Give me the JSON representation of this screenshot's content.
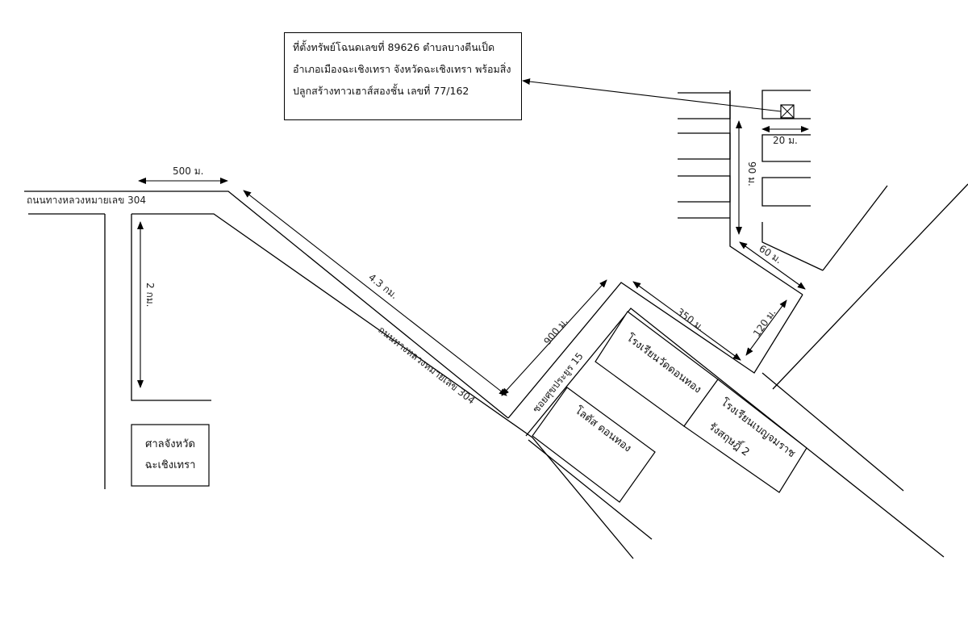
{
  "callout": {
    "line1": "ที่ตั้งทรัพย์โฉนดเลขที่ 89626 ตำบลบางตีนเป็ด",
    "line2": "อำเภอเมืองฉะเชิงเทรา จังหวัดฉะเชิงเทรา พร้อมสิ่ง",
    "line3": "ปลูกสร้างทาวเฮาส์สองชั้น เลขที่ 77/162"
  },
  "roads": {
    "highway_top": "ถนนทางหลวงหมายเลข 304",
    "highway_diag": "ถนนทางหลวงหมายเลข 304",
    "soi": "ซอยศุขประยูร 15"
  },
  "distances": {
    "d500": "500 ม.",
    "d2km": "2 กม.",
    "d43km": "4.3 กม.",
    "d900": "900 ม.",
    "d350": "350 ม.",
    "d120": "120 ม.",
    "d60": "60 ม.",
    "d90": "90 ม.",
    "d20": "20 ม."
  },
  "places": {
    "court_line1": "ศาลจังหวัด",
    "court_line2": "ฉะเชิงเทรา",
    "lotus": "โลตัส ดอนทอง",
    "school1": "โรงเรียนวัดดอนทอง",
    "school2_line1": "โรงเรียนเบญจมราช",
    "school2_line2": "รังสฤษฎิ์ 2"
  },
  "icons": {
    "property": "property-marker-icon"
  }
}
